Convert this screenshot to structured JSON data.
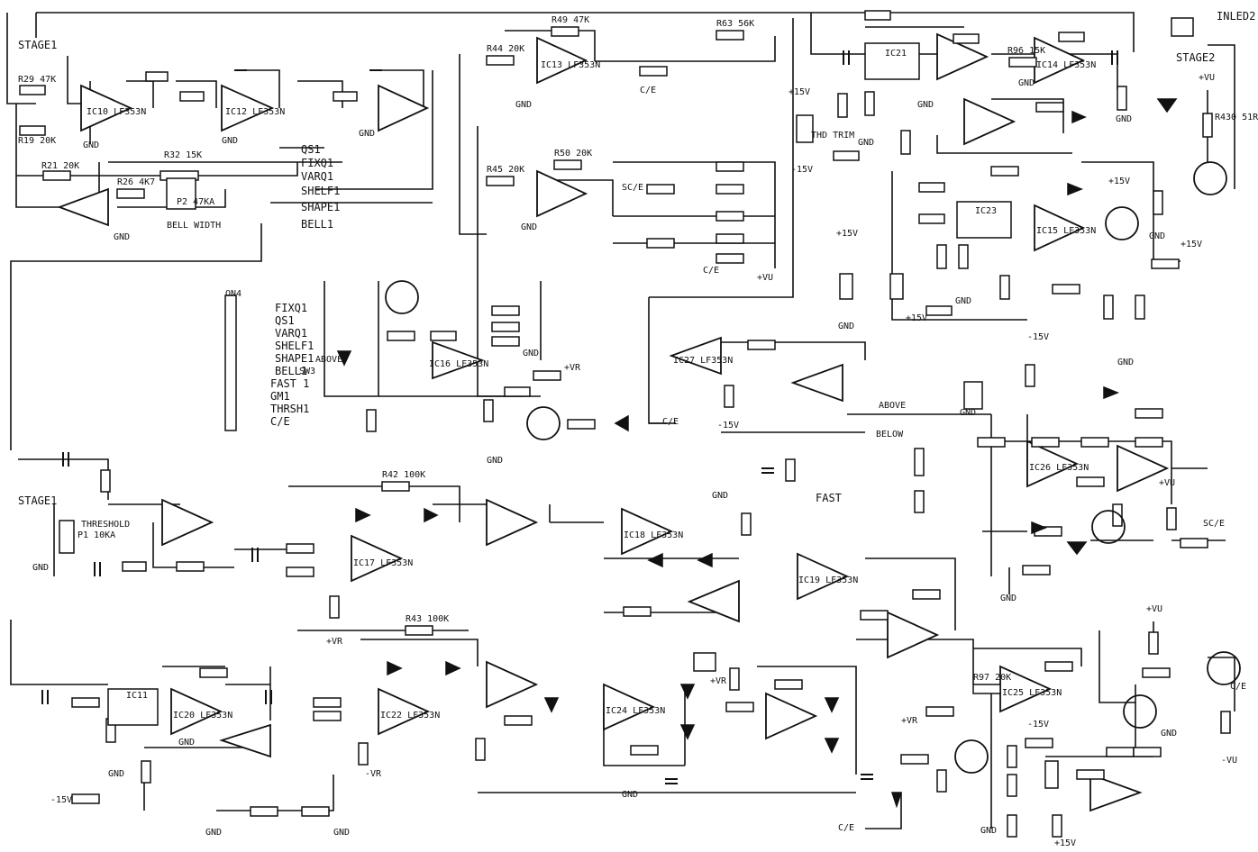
{
  "labels": {
    "stage1_top": "STAGE1",
    "stage1_mid": "STAGE1",
    "stage2": "STAGE2",
    "inled2": "INLED2",
    "threshold": "THRESHOLD",
    "fast": "FAST",
    "bell_width": "BELL WIDTH",
    "thd_trim": "THD TRIM",
    "above": "ABOVE",
    "below": "BELOW",
    "c_e": "C/E",
    "sc_e": "SC/E",
    "gnd": "GND",
    "plus_vu": "+VU",
    "minus_vu": "-VU",
    "plus_15": "+15V",
    "minus_15": "-15V",
    "plus_vr": "+VR",
    "minus_vr": "-VR"
  },
  "ports": [
    "QS1",
    "FIXQ1",
    "VARQ1",
    "SHELF1",
    "SHAPE1",
    "BELL1"
  ],
  "connector_ports": [
    "FIXQ1",
    "QS1",
    "VARQ1",
    "SHELF1",
    "SHAPE1",
    "BELL1",
    "FAST 1",
    "GM1",
    "THRSH1",
    "C/E"
  ],
  "opamp_labels": [
    "IC10 LF353N",
    "IC12 LF353N",
    "IC13 LF353N",
    "IC14 LF353N",
    "IC15 LF353N",
    "IC16 LF353N",
    "IC17 LF353N",
    "IC18 LF353N",
    "IC19 LF353N",
    "IC20 LF353N",
    "IC22 LF353N",
    "IC24 LF353N",
    "IC25 LF353N",
    "IC26 LF353N",
    "IC27 LF353N"
  ],
  "component_labels": [
    "R29 47K",
    "R19 20K",
    "R21 20K",
    "R26 4K7",
    "R32 15K",
    "R44 20K",
    "R45 20K",
    "R50 20K",
    "R49 47K",
    "R63 56K",
    "R96 15K",
    "R430 51R",
    "R97 20K",
    "R42 100K",
    "R43 100K",
    "P1 10KA",
    "P2 47KA",
    "SW3",
    "ON4",
    "IC11",
    "IC21",
    "IC23"
  ]
}
